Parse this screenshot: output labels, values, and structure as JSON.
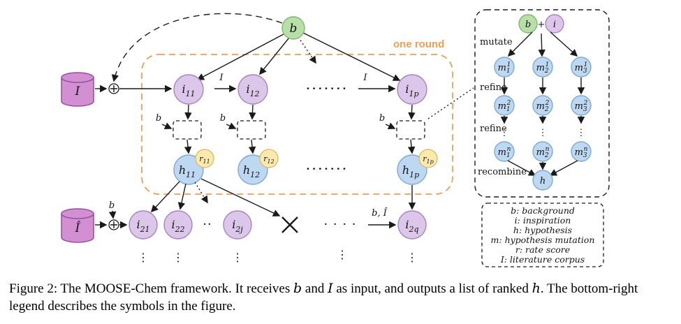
{
  "palette": {
    "green_fill": "#b9dfa9",
    "green_stroke": "#7fb573",
    "purple_fill": "#dcc6ea",
    "purple_stroke": "#a584c4",
    "blue_fill": "#bdd8f0",
    "blue_stroke": "#7ea9d3",
    "yellow_fill": "#fbe9ae",
    "yellow_stroke": "#d8ba64",
    "magenta_fill": "#d28fd2",
    "magenta_stroke": "#964f9e",
    "orange": "#ed9e57"
  },
  "main": {
    "root_label": "b",
    "corpus_label": "I",
    "corpus_hat_label": "Î",
    "one_round_label": "one round",
    "i_arrow_labels": [
      "I",
      "I"
    ],
    "b_box_labels": [
      "b",
      "b",
      "b"
    ],
    "b_hat_label": "b",
    "b_ihat_label": "b, Î",
    "row1": [
      {
        "base": "i",
        "sub": "11"
      },
      {
        "base": "i",
        "sub": "12"
      },
      {
        "base": "i",
        "sub": "1p"
      }
    ],
    "row1_dots": "·······",
    "h_row": [
      {
        "base": "h",
        "sub": "11",
        "r_base": "r",
        "r_sub": "11"
      },
      {
        "base": "h",
        "sub": "12",
        "r_base": "r",
        "r_sub": "12"
      },
      {
        "base": "h",
        "sub": "1p",
        "r_base": "r",
        "r_sub": "1p"
      }
    ],
    "h_row_dots": "·······",
    "row2": [
      {
        "base": "i",
        "sub": "21"
      },
      {
        "base": "i",
        "sub": "22"
      },
      {
        "base": "i",
        "sub": "2j"
      },
      {
        "base": "i",
        "sub": "2q"
      }
    ],
    "row2_dots_small": "··",
    "row2_dots": "· · · ·",
    "vdots": "⋮"
  },
  "detail": {
    "b_label": "b",
    "plus": "+",
    "i_label": "i",
    "steps": [
      "mutate",
      "refine",
      "refine",
      "recombine"
    ],
    "rows": [
      [
        {
          "base": "m",
          "sub": "1",
          "sup": "1"
        },
        {
          "base": "m",
          "sub": "2",
          "sup": "1"
        },
        {
          "base": "m",
          "sub": "3",
          "sup": "1"
        }
      ],
      [
        {
          "base": "m",
          "sub": "1",
          "sup": "2"
        },
        {
          "base": "m",
          "sub": "2",
          "sup": "2"
        },
        {
          "base": "m",
          "sub": "3",
          "sup": "2"
        }
      ],
      [
        {
          "base": "m",
          "sub": "1",
          "sup": "n"
        },
        {
          "base": "m",
          "sub": "2",
          "sup": "n"
        },
        {
          "base": "m",
          "sub": "3",
          "sup": "n"
        }
      ]
    ],
    "vdots": "⋮",
    "h_label": "h"
  },
  "legend": {
    "items": [
      "b: background",
      "i: inspiration",
      "h: hypothesis",
      "m: hypothesis mutation",
      "r: rate score",
      "I: literature corpus"
    ]
  },
  "caption": {
    "label": "Figure 2:",
    "part1": " The MOOSE-Chem framework. It receives ",
    "var1": "b",
    "part2": " and ",
    "var2": "I",
    "part3": " as input, and outputs a list of ranked ",
    "var3": "h",
    "part4": ". The bottom-right legend describes the symbols in the figure."
  }
}
